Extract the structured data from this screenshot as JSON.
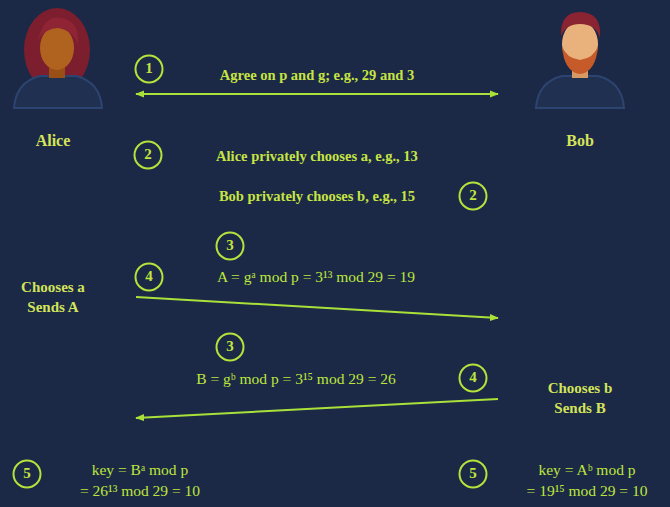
{
  "diagram": {
    "nodes": [
      {
        "text": [
          "1"
        ]
      },
      {
        "text": [
          "2"
        ]
      },
      {
        "text": [
          "2"
        ]
      },
      {
        "text": [
          "3"
        ]
      },
      {
        "text": [
          "4"
        ]
      },
      {
        "text": [
          "3"
        ]
      },
      {
        "text": [
          "4"
        ]
      },
      {
        "text": [
          "5"
        ]
      },
      {
        "text": [
          "5"
        ]
      }
    ],
    "labels": [
      "Alice",
      "Bob",
      "Agree on p and g; e.g., 29 and 3",
      "Alice privately chooses a, e.g., 13",
      "Bob privately chooses b, e.g., 15",
      "A = gᵃ mod p = 3¹³ mod 29 = 19",
      "Chooses a",
      "Sends A",
      "B = gᵇ mod p = 3¹⁵ mod 29 = 26",
      "Chooses b",
      "Sends B",
      "key = Bᵃ mod p",
      "= 26¹³ mod 29 = 10",
      "key = Aᵇ mod p",
      "= 19¹⁵ mod 29 = 10"
    ]
  }
}
